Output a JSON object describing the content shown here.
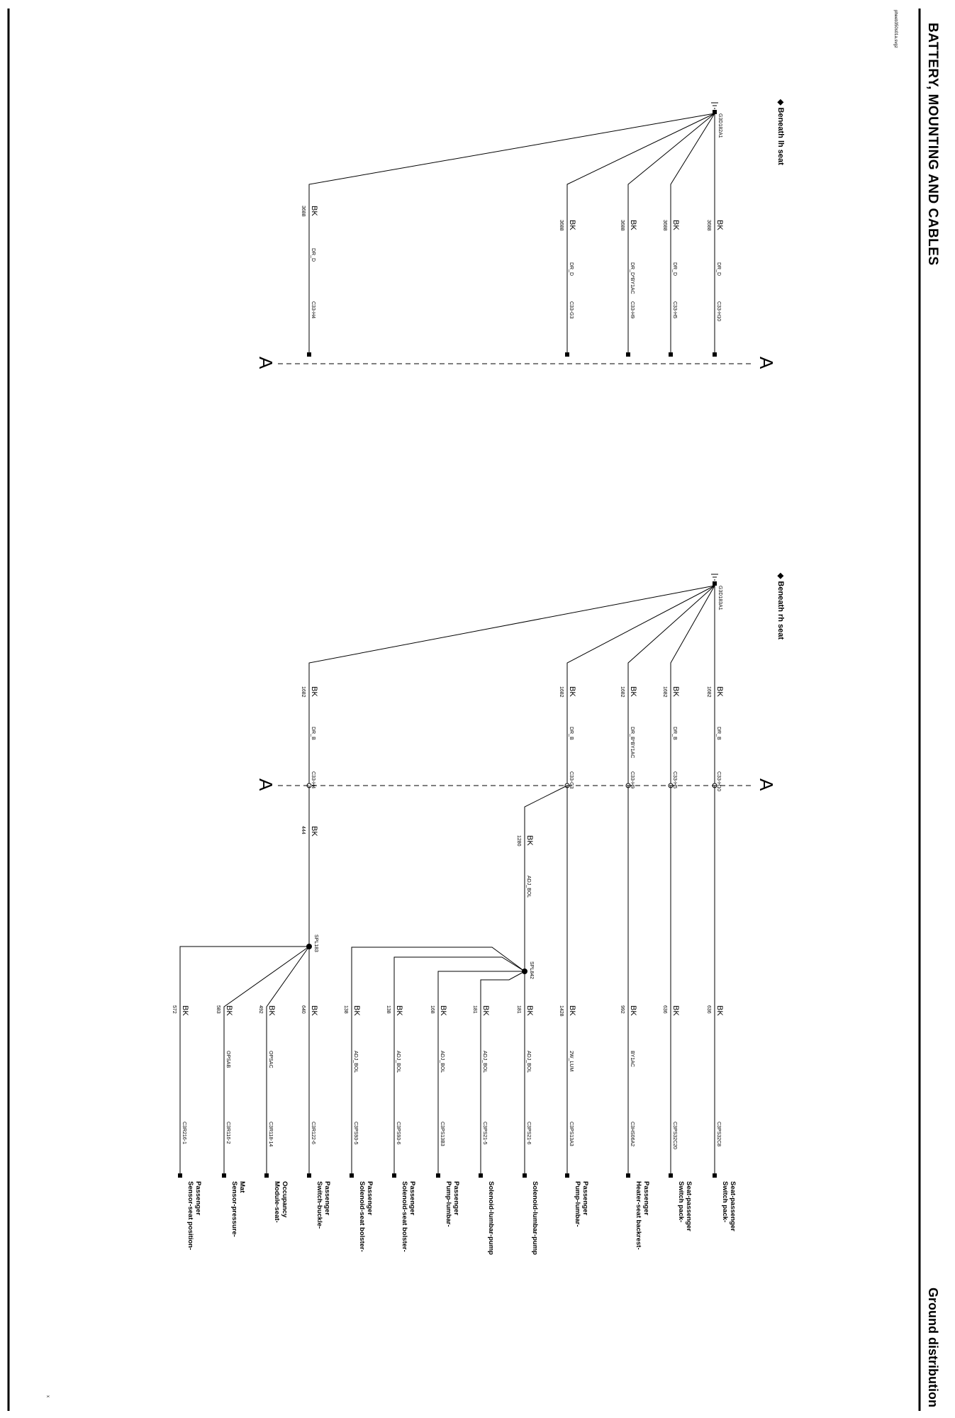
{
  "header": {
    "title": "BATTERY, MOUNTING AND CABLES",
    "subtitle": "Ground distribution",
    "ref": "pheeb350s01a.svgz",
    "corner_mark": "x"
  },
  "sections": [
    {
      "id": "lh",
      "location": "Beneath lh seat",
      "ground": "G3D182A1",
      "divider": "A",
      "wires": [
        {
          "color": "BK",
          "size": "3688",
          "harness": "DR_D",
          "connector": "C33-H10"
        },
        {
          "color": "BK",
          "size": "3688",
          "harness": "DR_D",
          "connector": "C33-H5"
        },
        {
          "color": "BK",
          "size": "3688",
          "harness": "DR_D*BY1AC",
          "connector": "C33-H9"
        },
        {
          "color": "BK",
          "size": "3688",
          "harness": "DR_D",
          "connector": "C33-G3"
        },
        {
          "color": "BK",
          "size": "3688",
          "harness": "DR_D",
          "connector": "C33-H4"
        }
      ]
    },
    {
      "id": "rh",
      "location": "Beneath rh seat",
      "ground": "G3D183A1",
      "divider": "A",
      "wires": [
        {
          "color": "BK",
          "size": "1682",
          "harness": "DR_B",
          "connector": "C33-H10"
        },
        {
          "color": "BK",
          "size": "1682",
          "harness": "DR_B",
          "connector": "C33-H5"
        },
        {
          "color": "BK",
          "size": "1682",
          "harness": "DR_B*BY1AC",
          "connector": "C33-H9"
        },
        {
          "color": "BK",
          "size": "1682",
          "harness": "DR_B",
          "connector": "C33-G3"
        },
        {
          "color": "BK",
          "size": "1682",
          "harness": "DR_B",
          "connector": "C33-H4"
        }
      ],
      "trunks": [
        {
          "color": "BK",
          "size": "1280",
          "harness": "ADJ_BOL"
        },
        {
          "color": "BK",
          "size": "444",
          "harness": ""
        }
      ],
      "splices": [
        "SPL842",
        "SPL183"
      ],
      "loads": [
        {
          "color": "BK",
          "size": "636",
          "harness": "",
          "connector": "C3PS32C8",
          "component": [
            "Switch pack-",
            "Seat-passenger"
          ]
        },
        {
          "color": "BK",
          "size": "636",
          "harness": "",
          "connector": "C3PS32C20",
          "component": [
            "Switch pack-",
            "Seat-passenger"
          ]
        },
        {
          "color": "BK",
          "size": "992",
          "harness": "BY1AC",
          "connector": "C3HS06A2",
          "component": [
            "Heater-seat backrest-",
            "Passenger"
          ]
        },
        {
          "color": "BK",
          "size": "1428",
          "harness": "2W_LUM",
          "connector": "C3PS13A3",
          "component": [
            "Pump-lumbar-",
            "Passenger"
          ]
        },
        {
          "color": "BK",
          "size": "181",
          "harness": "ADJ_BOL",
          "connector": "C3PS21-6",
          "component": [
            "Solenoid-lumbar-pump"
          ]
        },
        {
          "color": "BK",
          "size": "181",
          "harness": "ADJ_BOL",
          "connector": "C3PS21-5",
          "component": [
            "Solenoid-lumbar-pump"
          ]
        },
        {
          "color": "BK",
          "size": "168",
          "harness": "ADJ_BOL",
          "connector": "C3PS13B3",
          "component": [
            "Pump-lumbar-",
            "Passenger"
          ]
        },
        {
          "color": "BK",
          "size": "138",
          "harness": "ADJ_BOL",
          "connector": "C3PS93-6",
          "component": [
            "Solenoid-seat bolster-",
            "Passenger"
          ]
        },
        {
          "color": "BK",
          "size": "138",
          "harness": "ADJ_BOL",
          "connector": "C3PS93-5",
          "component": [
            "Solenoid-seat bolster-",
            "Passenger"
          ]
        },
        {
          "color": "BK",
          "size": "640",
          "harness": "",
          "connector": "C3R122-6",
          "component": [
            "Switch-buckle-",
            "Passenger"
          ]
        },
        {
          "color": "BK",
          "size": "492",
          "harness": "OPSAC",
          "connector": "C3R118-14",
          "component": [
            "Module-seat-",
            "Occupancy"
          ]
        },
        {
          "color": "BK",
          "size": "583",
          "harness": "OPSAB",
          "connector": "C3R116-2",
          "component": [
            "Sensor-pressure-",
            "Mat"
          ]
        },
        {
          "color": "BK",
          "size": "572",
          "harness": "",
          "connector": "C3R216-1",
          "component": [
            "Sensor-seat position-",
            "Passenger"
          ]
        }
      ]
    }
  ]
}
